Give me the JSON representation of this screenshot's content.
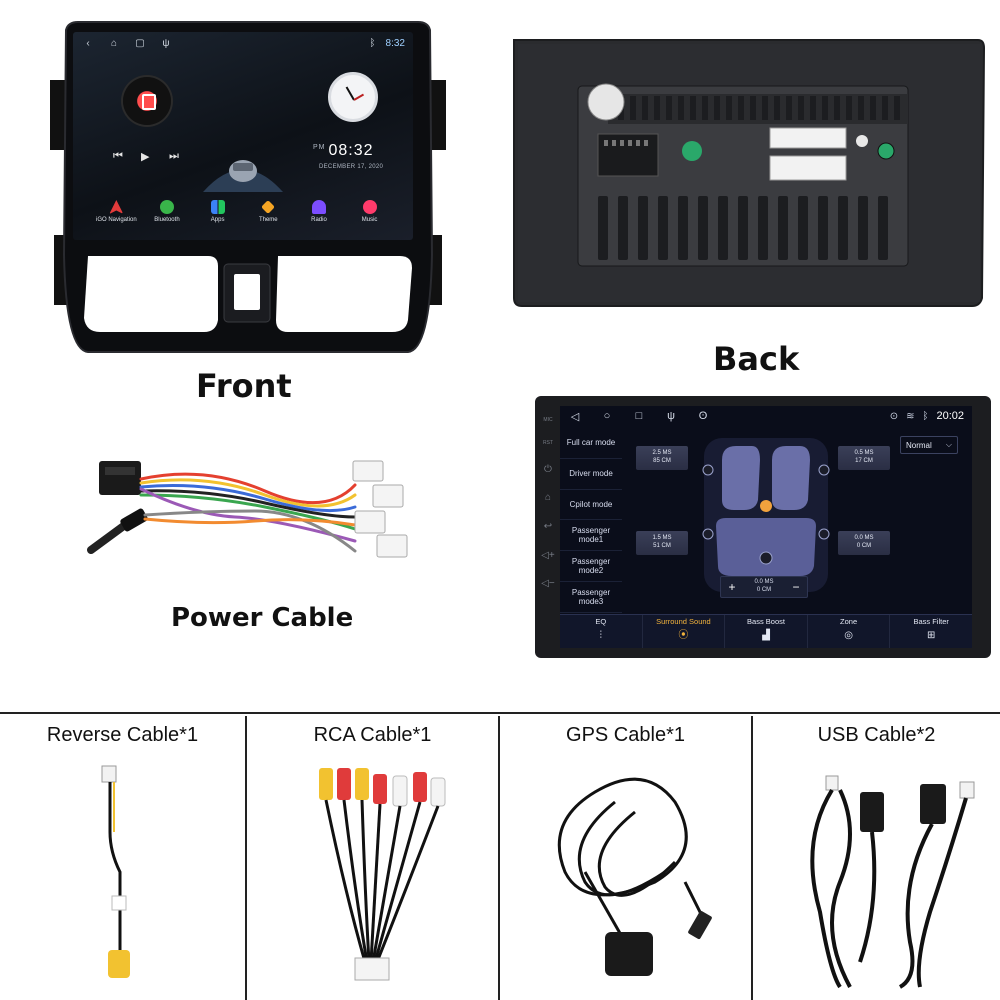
{
  "front": {
    "label": "Front",
    "status_time": "8:32",
    "clock_time": "08:32",
    "clock_period": "PM",
    "clock_date": "DECEMBER  17, 2020",
    "dock": [
      {
        "label": "iGO Navigation",
        "color": "#e33b3b"
      },
      {
        "label": "Bluetooth",
        "color": "#39b54a"
      },
      {
        "label": "Apps",
        "color": "#3b82f6"
      },
      {
        "label": "Theme",
        "color": "#f5a524"
      },
      {
        "label": "Radio",
        "color": "#7c4dff"
      },
      {
        "label": "Music",
        "color": "#ff3b6b"
      }
    ]
  },
  "back": {
    "label": "Back"
  },
  "power_cable": {
    "label": "Power Cable"
  },
  "dsp": {
    "status_time": "20:02",
    "side_labels": [
      "MIC",
      "RST"
    ],
    "modes": [
      "Full car mode",
      "Driver mode",
      "Cpilot mode",
      "Passenger mode1",
      "Passenger mode2",
      "Passenger mode3"
    ],
    "preset": "Normal",
    "delays": {
      "front_left": {
        "ms": "2.5 MS",
        "cm": "85 CM"
      },
      "front_right": {
        "ms": "0.5 MS",
        "cm": "17 CM"
      },
      "rear_left": {
        "ms": "1.5 MS",
        "cm": "51 CM"
      },
      "rear_right": {
        "ms": "0.0 MS",
        "cm": "0 CM"
      },
      "sub": {
        "ms": "0.0 MS",
        "cm": "0 CM"
      }
    },
    "stepper_plus": "+",
    "stepper_minus": "−",
    "tabs": [
      {
        "label": "EQ",
        "icon": "equalizer-icon"
      },
      {
        "label": "Surround Sound",
        "icon": "surround-icon"
      },
      {
        "label": "Bass Boost",
        "icon": "bass-boost-icon"
      },
      {
        "label": "Zone",
        "icon": "zone-icon"
      },
      {
        "label": "Bass Filter",
        "icon": "bass-filter-icon"
      }
    ],
    "active_tab": "Surround Sound",
    "accent": "#f2b33d"
  },
  "accessories": [
    {
      "label": "Reverse Cable*1"
    },
    {
      "label": "RCA Cable*1"
    },
    {
      "label": "GPS Cable*1"
    },
    {
      "label": "USB Cable*2"
    }
  ],
  "colors": {
    "frame": "#0e0f12",
    "panel": "#2a2b2e",
    "divider": "#222222"
  }
}
